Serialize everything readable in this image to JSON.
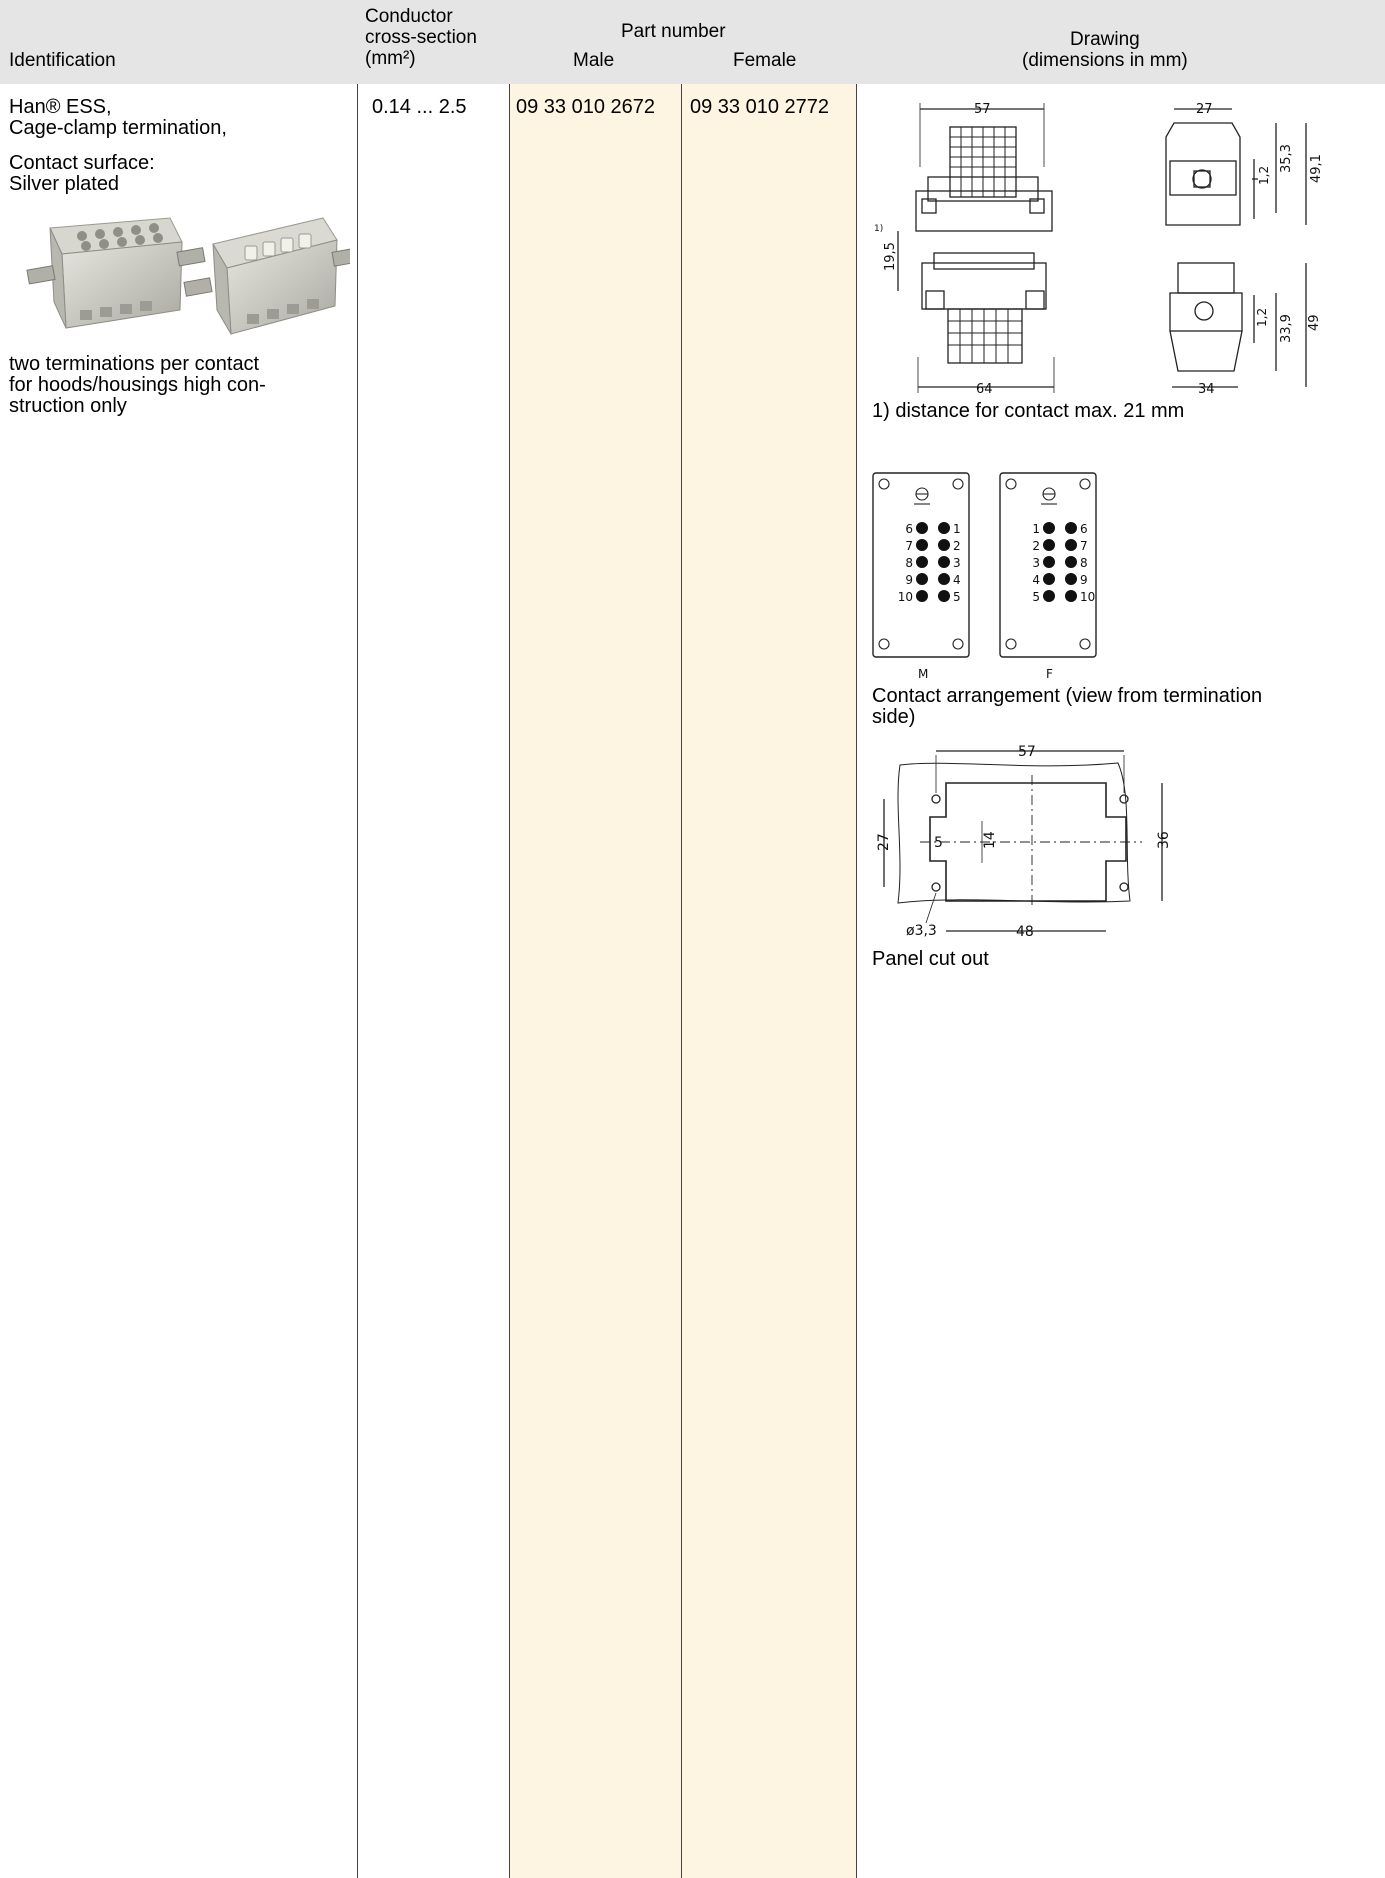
{
  "header": {
    "identification": "Identification",
    "conductor": [
      "Conductor",
      "cross-section",
      "(mm²)"
    ],
    "part_number": "Part number",
    "male": "Male",
    "female": "Female",
    "drawing": [
      "Drawing",
      "(dimensions in mm)"
    ]
  },
  "row": {
    "ident_lines": [
      "Han® ESS,",
      "Cage-clamp termination,"
    ],
    "surface_lines": [
      "Contact surface:",
      "Silver plated"
    ],
    "note_lines": [
      "two terminations per contact",
      "for hoods/housings high con-",
      "struction only"
    ],
    "cross_section": "0.14 ... 2.5",
    "male_part": "09 33 010 2672",
    "female_part": "09 33 010 2772"
  },
  "drawing": {
    "dims_top": {
      "width_57": "57",
      "width_27": "27",
      "h_35_3": "35,3",
      "h_49_1": "49,1",
      "h_1_2a": "1,2",
      "h_19_5": "19,5",
      "sup_1": "1)"
    },
    "dims_bottom": {
      "width_64": "64",
      "width_34": "34",
      "h_33_9": "33,9",
      "h_49": "49",
      "h_1_2b": "1,2"
    },
    "footnote": "1) distance for contact max. 21 mm",
    "contact_label_m": "M",
    "contact_label_f": "F",
    "male_pins_left": [
      "6",
      "7",
      "8",
      "9",
      "10"
    ],
    "male_pins_right": [
      "1",
      "2",
      "3",
      "4",
      "5"
    ],
    "female_pins_left": [
      "1",
      "2",
      "3",
      "4",
      "5"
    ],
    "female_pins_right": [
      "6",
      "7",
      "8",
      "9",
      "10"
    ],
    "contact_caption": [
      "Contact arrangement (view from termination",
      "side)"
    ],
    "cutout": {
      "w57": "57",
      "h27": "27",
      "d5": "5",
      "d14": "14",
      "h36": "36",
      "dia": "ø3,3",
      "w48": "48"
    },
    "cutout_caption": "Panel cut out"
  },
  "colors": {
    "header_bg": "#e5e5e5",
    "part_bg": "#fdf4e1"
  }
}
